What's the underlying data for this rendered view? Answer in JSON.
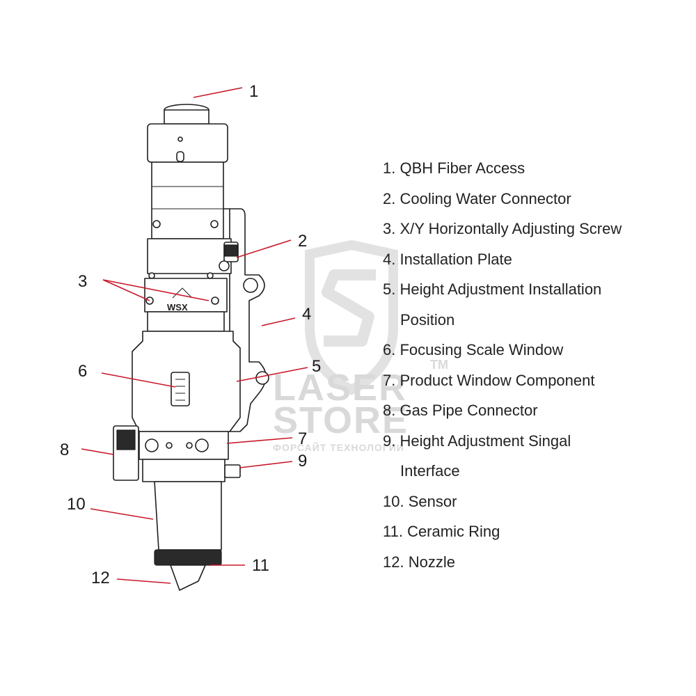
{
  "watermark": {
    "brand_line1": "LASER",
    "brand_line2": "STORE",
    "trademark": "TM",
    "tagline": "ФОРСАЙТ ТЕХНОЛОГИИ",
    "color": "#d9d9d9"
  },
  "device": {
    "logo_text": "WSX"
  },
  "callouts": [
    "1",
    "2",
    "3",
    "4",
    "5",
    "6",
    "7",
    "8",
    "9",
    "10",
    "11",
    "12"
  ],
  "legend": [
    {
      "text": "1. QBH Fiber Access"
    },
    {
      "text": "2. Cooling Water Connector"
    },
    {
      "text": "3. X/Y Horizontally Adjusting Screw"
    },
    {
      "text": "4. Installation Plate"
    },
    {
      "text": "5. Height Adjustment Installation",
      "continuation": "Position"
    },
    {
      "text": "6. Focusing Scale Window"
    },
    {
      "text": "7. Product Window Component"
    },
    {
      "text": "8. Gas Pipe Connector"
    },
    {
      "text": "9. Height Adjustment Singal",
      "continuation": "Interface"
    },
    {
      "text": "10. Sensor"
    },
    {
      "text": "11. Ceramic Ring"
    },
    {
      "text": "12. Nozzle"
    }
  ],
  "colors": {
    "leader_line": "#c8182a",
    "outline": "#1f1f1f",
    "text": "#222222"
  }
}
